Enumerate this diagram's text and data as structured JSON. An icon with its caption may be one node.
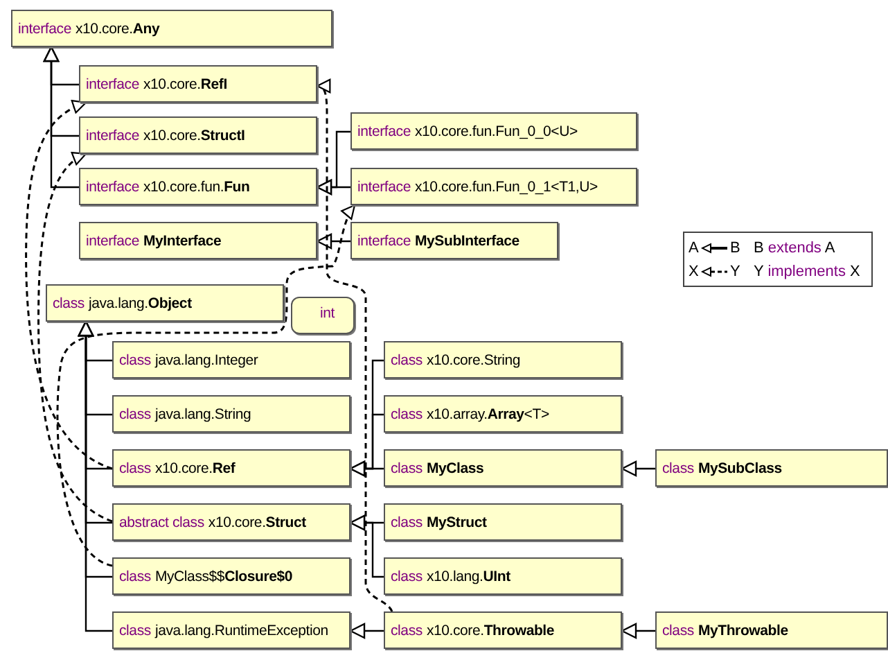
{
  "diagram": {
    "nodes": [
      {
        "text": [
          "interface",
          "x10.core.**Any**"
        ]
      },
      {
        "text": [
          "interface",
          "x10.core.**RefI**"
        ]
      },
      {
        "text": [
          "interface",
          "x10.core.**StructI**"
        ]
      },
      {
        "text": [
          "interface",
          "x10.core.fun.**Fun**"
        ]
      },
      {
        "text": [
          "interface",
          "x10.core.fun.Fun_0_0<U>"
        ]
      },
      {
        "text": [
          "interface",
          "x10.core.fun.Fun_0_1<T1,U>"
        ]
      },
      {
        "text": [
          "interface",
          "**MyInterface**"
        ]
      },
      {
        "text": [
          "interface",
          "**MySubInterface**"
        ]
      },
      {
        "text": [
          "class",
          "java.lang.**Object**"
        ]
      },
      {
        "text": [
          "int"
        ]
      },
      {
        "text": [
          "class",
          "java.lang.Integer"
        ]
      },
      {
        "text": [
          "class",
          "java.lang.String"
        ]
      },
      {
        "text": [
          "class",
          "x10.core.**Ref**"
        ]
      },
      {
        "text": [
          "abstract class",
          "x10.core.**Struct**"
        ]
      },
      {
        "text": [
          "class",
          "MyClass$$**Closure$0**"
        ]
      },
      {
        "text": [
          "class",
          "java.lang.RuntimeException"
        ]
      },
      {
        "text": [
          "class",
          "x10.core.String"
        ]
      },
      {
        "text": [
          "class",
          "x10.array.**Array**<T>"
        ]
      },
      {
        "text": [
          "class",
          "**MyClass**"
        ]
      },
      {
        "text": [
          "class",
          "**MySubClass**"
        ]
      },
      {
        "text": [
          "class",
          "**MyStruct**"
        ]
      },
      {
        "text": [
          "class",
          "x10.lang.**UInt**"
        ]
      },
      {
        "text": [
          "class",
          "x10.core.**Throwable**"
        ]
      },
      {
        "text": [
          "class",
          "**MyThrowable**"
        ]
      }
    ],
    "edges": [
      {
        "from": 1,
        "to": 0,
        "arrow": "to"
      },
      {
        "from": 2,
        "to": 0,
        "arrow": "to"
      },
      {
        "from": 3,
        "to": 0,
        "arrow": "to"
      },
      {
        "from": 4,
        "to": 3,
        "arrow": "to"
      },
      {
        "from": 5,
        "to": 3,
        "arrow": "to"
      },
      {
        "from": 7,
        "to": 6,
        "arrow": "to"
      },
      {
        "from": 10,
        "to": 8,
        "arrow": "to"
      },
      {
        "from": 11,
        "to": 8,
        "arrow": "to"
      },
      {
        "from": 12,
        "to": 8,
        "arrow": "to"
      },
      {
        "from": 13,
        "to": 8,
        "arrow": "to"
      },
      {
        "from": 14,
        "to": 8,
        "arrow": "to"
      },
      {
        "from": 15,
        "to": 8,
        "arrow": "to"
      },
      {
        "from": 16,
        "to": 12,
        "arrow": "to"
      },
      {
        "from": 17,
        "to": 12,
        "arrow": "to"
      },
      {
        "from": 18,
        "to": 12,
        "arrow": "to"
      },
      {
        "from": 19,
        "to": 18,
        "arrow": "to"
      },
      {
        "from": 20,
        "to": 13,
        "arrow": "to"
      },
      {
        "from": 21,
        "to": 13,
        "arrow": "to"
      },
      {
        "from": 22,
        "to": 15,
        "arrow": "to"
      },
      {
        "from": 23,
        "to": 22,
        "arrow": "to"
      },
      {
        "from": 12,
        "to": 1,
        "arrow": "to",
        "style": "dashed"
      },
      {
        "from": 13,
        "to": 2,
        "arrow": "to",
        "style": "dashed"
      },
      {
        "from": 14,
        "to": 5,
        "arrow": "to",
        "style": "dashed"
      },
      {
        "from": 22,
        "to": 1,
        "arrow": "to",
        "style": "dashed"
      }
    ],
    "labels": [
      "A",
      "B",
      "X",
      "Y"
    ],
    "legend": [
      {
        "text": "B extends A"
      },
      {
        "text": "Y implements X"
      }
    ]
  }
}
